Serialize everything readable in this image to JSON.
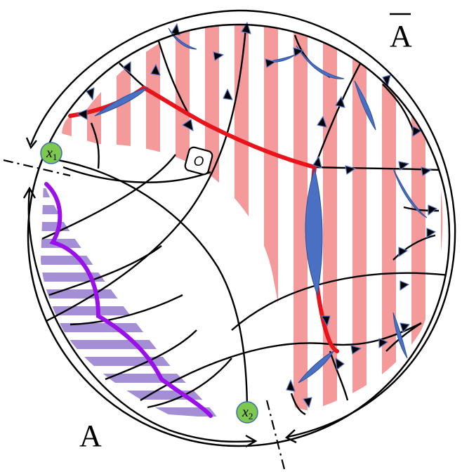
{
  "labels": {
    "region_a": "A",
    "region_a_bar": "A",
    "point_1_main": "x",
    "point_1_sub": "1",
    "point_2_main": "x",
    "point_2_sub": "2",
    "operator": "O"
  },
  "colors": {
    "entanglement_wedge_stripes": "#f59a9a",
    "purple_stripes": "#a48fd6",
    "minimal_surface_red": "#e8141b",
    "purple_path": "#9a10e8",
    "tensor_lens_blue": "#4a70c4",
    "endpoint_green": "#7ec850"
  },
  "icons": {
    "arrow": "double-sided-arrow-icon",
    "endpoint": "boundary-point-icon",
    "operator": "bulk-operator-icon"
  }
}
